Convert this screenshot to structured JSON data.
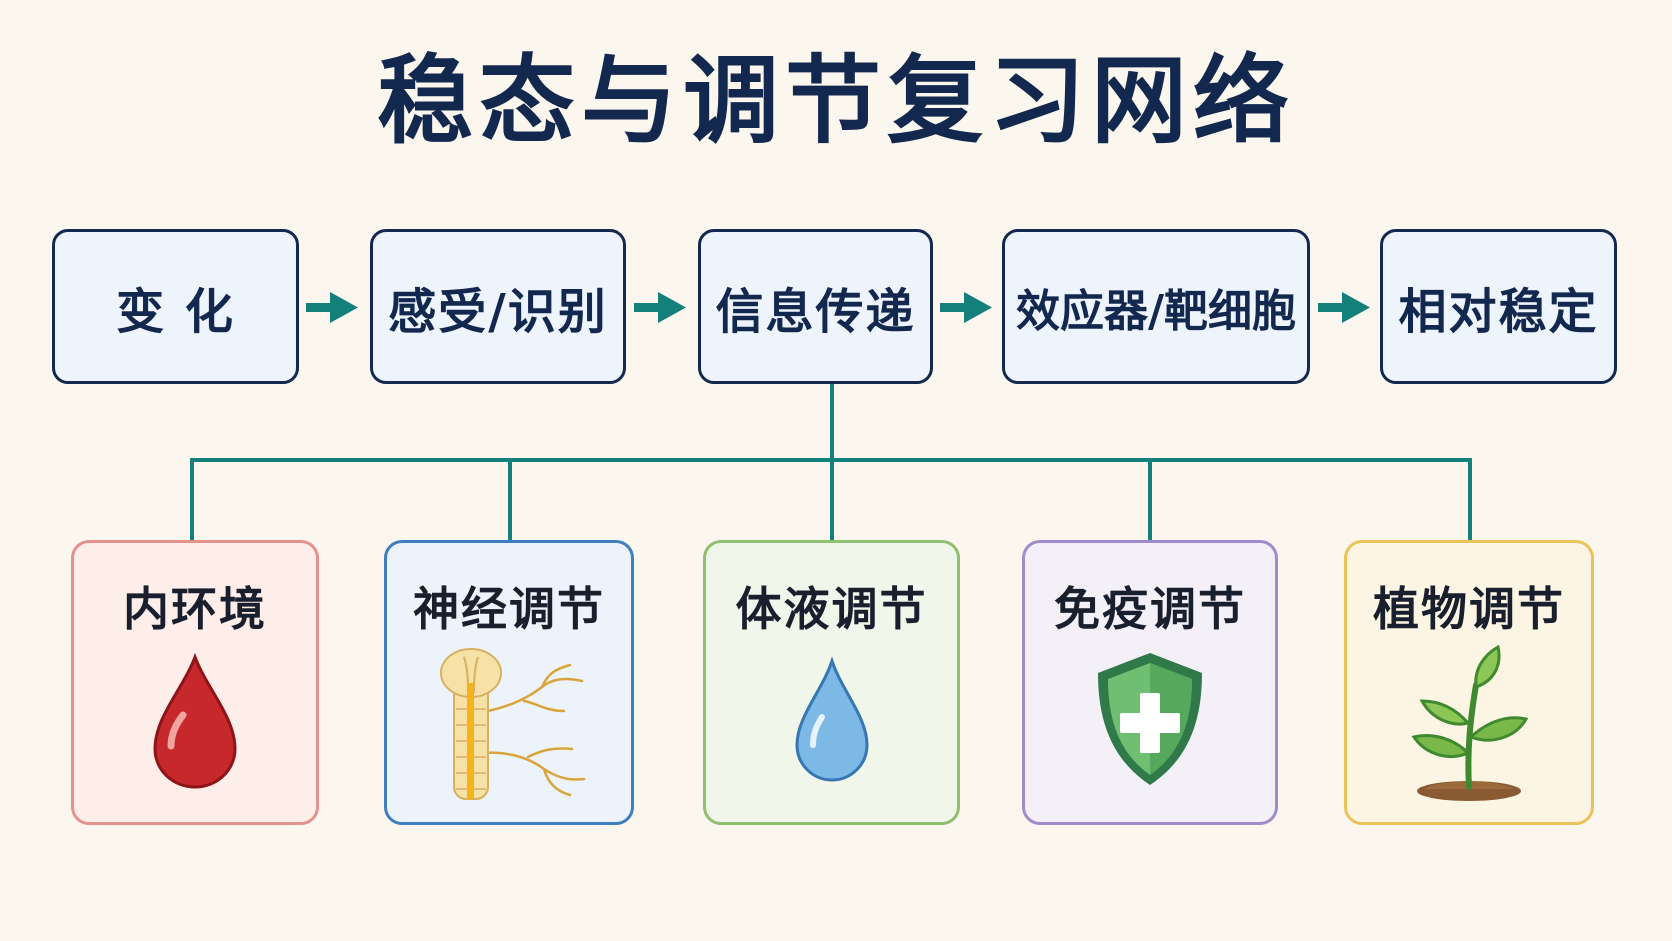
{
  "title": "稳态与调节复习网络",
  "flow": [
    {
      "label": "变 化"
    },
    {
      "label": "感受/识别"
    },
    {
      "label": "信息传递"
    },
    {
      "label": "效应器/靶细胞"
    },
    {
      "label": "相对稳定"
    }
  ],
  "branches": [
    {
      "label": "内环境",
      "icon": "blood-drop-icon",
      "border": "#e5918e",
      "bg": "#fdeeea"
    },
    {
      "label": "神经调节",
      "icon": "neuron-icon",
      "border": "#3e7fbf",
      "bg": "#edf3fb"
    },
    {
      "label": "体液调节",
      "icon": "water-drop-icon",
      "border": "#8fbf70",
      "bg": "#f1f6ea"
    },
    {
      "label": "免疫调节",
      "icon": "shield-cross-icon",
      "border": "#a18ccb",
      "bg": "#f3f0f8"
    },
    {
      "label": "植物调节",
      "icon": "sprout-icon",
      "border": "#ecc35a",
      "bg": "#fcf5e4"
    }
  ],
  "colors": {
    "accent": "#14807a",
    "title": "#12284f"
  }
}
